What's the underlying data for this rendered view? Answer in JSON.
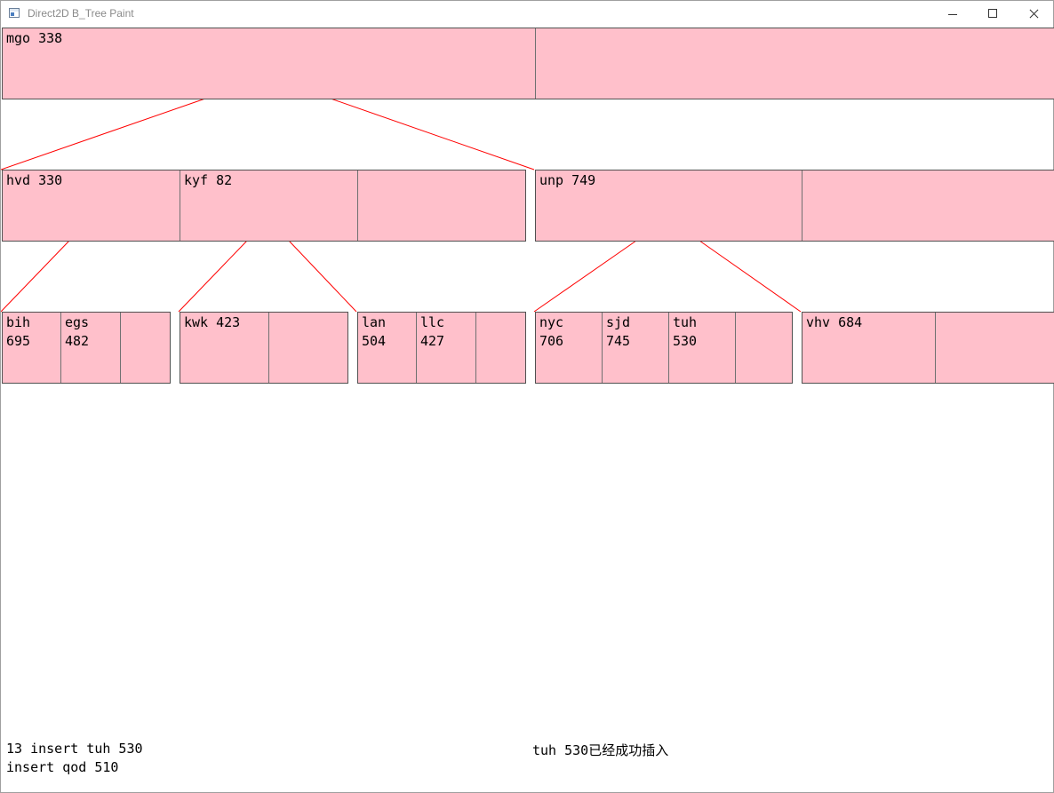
{
  "window": {
    "title": "Direct2D B_Tree Paint",
    "icon": "app-window-icon"
  },
  "colors": {
    "node_fill": "#ffc0cb",
    "edge": "#ff0000",
    "node_border": "#505050"
  },
  "tree": {
    "root": {
      "keys": [
        {
          "name": "mgo",
          "value": "338"
        },
        {
          "name": "",
          "value": ""
        }
      ]
    },
    "level1": [
      {
        "keys": [
          {
            "name": "hvd",
            "value": "330"
          },
          {
            "name": "kyf",
            "value": "82"
          },
          {
            "name": "",
            "value": ""
          }
        ]
      },
      {
        "keys": [
          {
            "name": "unp",
            "value": "749"
          },
          {
            "name": "",
            "value": ""
          }
        ]
      }
    ],
    "leaves": [
      {
        "keys": [
          {
            "name": "bih",
            "value": "695"
          },
          {
            "name": "egs",
            "value": "482"
          },
          {
            "name": "",
            "value": ""
          }
        ]
      },
      {
        "keys": [
          {
            "name": "kwk",
            "value": "423"
          },
          {
            "name": "",
            "value": ""
          }
        ]
      },
      {
        "keys": [
          {
            "name": "lan",
            "value": "504"
          },
          {
            "name": "llc",
            "value": "427"
          },
          {
            "name": "",
            "value": ""
          }
        ]
      },
      {
        "keys": [
          {
            "name": "nyc",
            "value": "706"
          },
          {
            "name": "sjd",
            "value": "745"
          },
          {
            "name": "tuh",
            "value": "530"
          },
          {
            "name": "",
            "value": ""
          }
        ]
      },
      {
        "keys": [
          {
            "name": "vhv",
            "value": "684"
          },
          {
            "name": "",
            "value": ""
          }
        ]
      }
    ]
  },
  "console": {
    "line1": "13 insert tuh 530",
    "line2": "insert qod 510"
  },
  "message": "tuh 530已经成功插入"
}
